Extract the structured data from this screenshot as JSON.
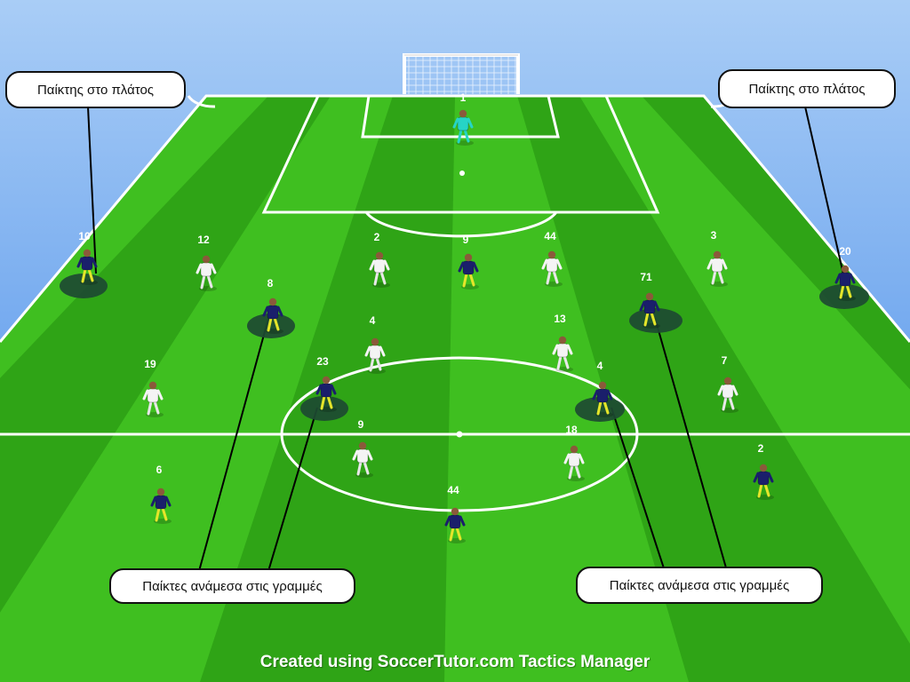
{
  "colors": {
    "sky": "#3f86e8",
    "grass_light": "#3fbf20",
    "grass_dark": "#2fa416",
    "team_dark": "#1a1f6b",
    "team_light": "#f4f4f4",
    "goalkeeper": "#26d4c6",
    "highlight": "#1d4a32"
  },
  "goalkeeper": {
    "number": "1"
  },
  "dark_team": [
    {
      "number": "10",
      "highlighted": true
    },
    {
      "number": "9",
      "highlighted": false
    },
    {
      "number": "20",
      "highlighted": true
    },
    {
      "number": "8",
      "highlighted": true
    },
    {
      "number": "71",
      "highlighted": true
    },
    {
      "number": "23",
      "highlighted": true
    },
    {
      "number": "4",
      "highlighted": true
    },
    {
      "number": "6",
      "highlighted": false
    },
    {
      "number": "44",
      "highlighted": false
    },
    {
      "number": "2",
      "highlighted": false
    }
  ],
  "light_team": [
    {
      "number": "12"
    },
    {
      "number": "2"
    },
    {
      "number": "44"
    },
    {
      "number": "3"
    },
    {
      "number": "4"
    },
    {
      "number": "13"
    },
    {
      "number": "19"
    },
    {
      "number": "7"
    },
    {
      "number": "9"
    },
    {
      "number": "18"
    }
  ],
  "callouts": {
    "wide_left": "Παίκτης στο πλάτος",
    "wide_right": "Παίκτης στο πλάτος",
    "between_left": "Παίκτες ανάμεσα στις γραμμές",
    "between_right": "Παίκτες ανάμεσα στις γραμμές"
  },
  "credit": "Created using SoccerTutor.com Tactics Manager"
}
